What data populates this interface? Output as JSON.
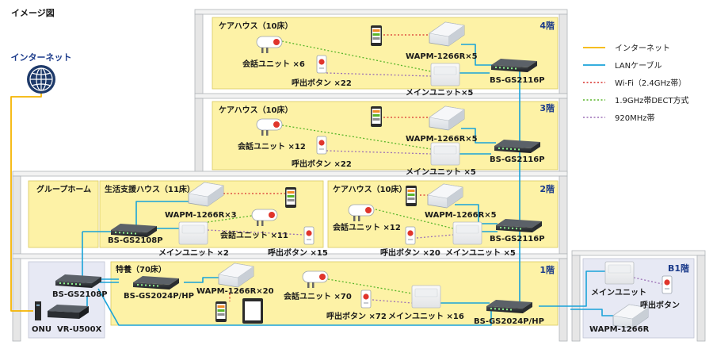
{
  "title": "イメージ図",
  "internet_label": "インターネット",
  "legend": [
    {
      "label": "インターネット",
      "color": "#f5b400",
      "style": "solid"
    },
    {
      "label": "LANケーブル",
      "color": "#1aa3d9",
      "style": "solid"
    },
    {
      "label": "Wi-Fi（2.4GHz帯）",
      "color": "#d9302c",
      "style": "dot"
    },
    {
      "label": "1.9GHz帯DECT方式",
      "color": "#5ab52a",
      "style": "dot"
    },
    {
      "label": "920MHz帯",
      "color": "#9b6fb5",
      "style": "dot"
    }
  ],
  "floors": {
    "f4": "4階",
    "f3": "3階",
    "f2": "2階",
    "f1": "1階",
    "b1": "B1階"
  },
  "zones": {
    "care4": "ケアハウス（10床）",
    "care3": "ケアハウス（10床）",
    "group": "グループホーム",
    "seikatsu": "生活支援ハウス（11床）",
    "care2": "ケアハウス（10床）",
    "tokuyou": "特養（70床）"
  },
  "labels": {
    "f4_ap": "WAPM-1266R×5",
    "f4_talk": "会話ユニット ×6",
    "f4_call": "呼出ボタン ×22",
    "f4_main": "メインユニット×5",
    "f4_sw": "BS-GS2116P",
    "f3_ap": "WAPM-1266R×5",
    "f3_talk": "会話ユニット ×12",
    "f3_call": "呼出ボタン ×22",
    "f3_main": "メインユニット ×5",
    "f3_sw": "BS-GS2116P",
    "f2a_ap": "WAPM-1266R×3",
    "f2a_sw": "BS-GS2108P",
    "f2a_talk": "会話ユニット ×11",
    "f2a_main": "メインユニット ×2",
    "f2a_call": "呼出ボタン ×15",
    "f2b_ap": "WAPM-1266R×5",
    "f2b_talk": "会話ユニット ×12",
    "f2b_call": "呼出ボタン ×20",
    "f2b_main": "メインユニット ×5",
    "f2b_sw": "BS-GS2116P",
    "f1_sw1": "BS-GS2108P",
    "f1_sw2": "BS-GS2024P/HP",
    "f1_ap": "WAPM-1266R×20",
    "f1_talk": "会話ユニット ×70",
    "f1_call": "呼出ボタン ×72",
    "f1_main": "メインユニット ×16",
    "f1_core": "BS-GS2024P/HP",
    "onu": "ONU",
    "router": "VR-U500X",
    "b1_main": "メインユニット",
    "b1_call": "呼出ボタン",
    "b1_ap": "WAPM-1266R"
  }
}
